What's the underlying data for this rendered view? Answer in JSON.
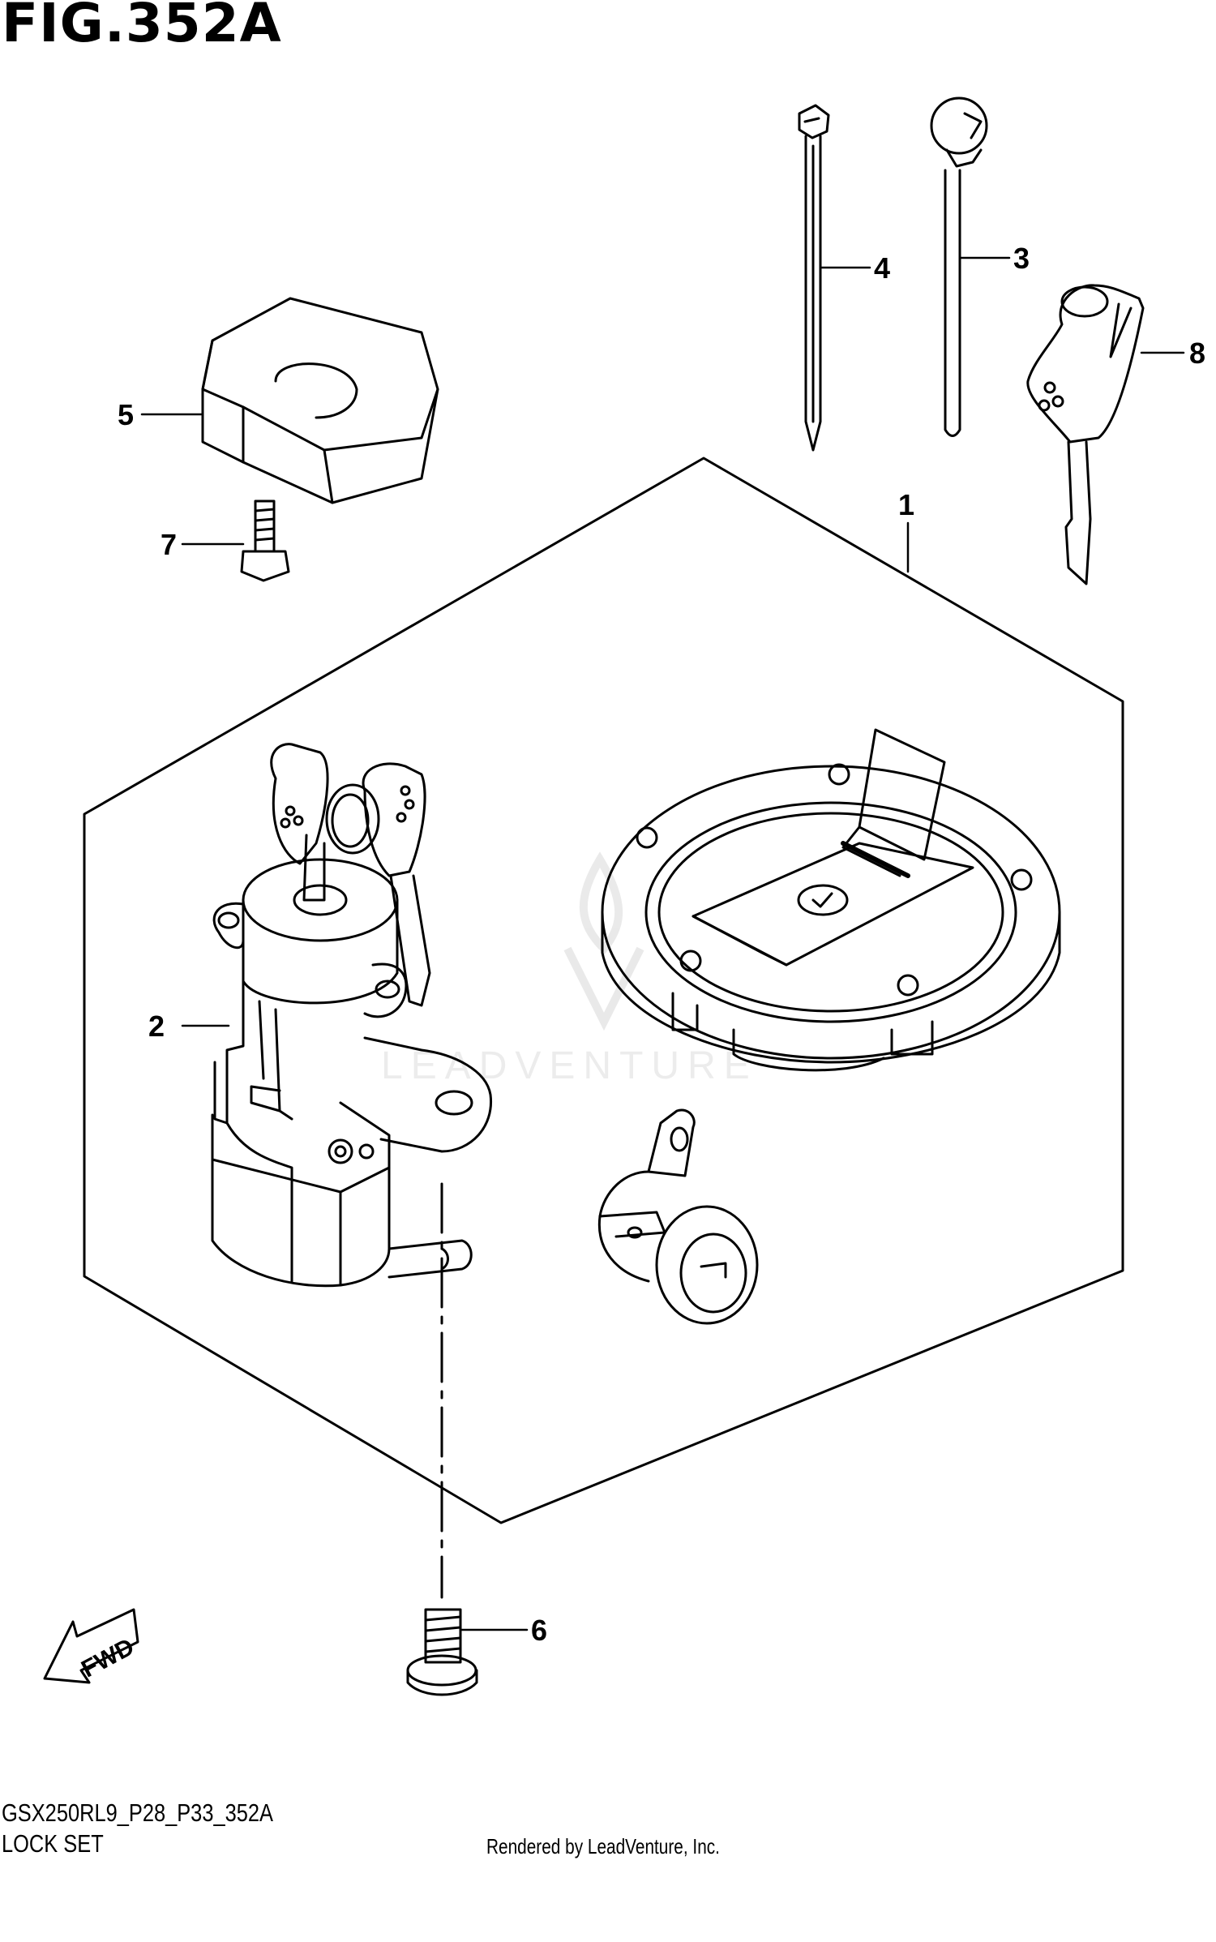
{
  "header": {
    "figure_title": "FIG.352A"
  },
  "footer": {
    "model_code": "GSX250RL9_P28_P33_352A",
    "section_name": "LOCK SET",
    "rendered_by": "Rendered by LeadVenture, Inc."
  },
  "watermark": {
    "text": "LEADVENTURE"
  },
  "fwd_indicator": {
    "label": "FWD"
  },
  "callouts": [
    {
      "id": "1",
      "label": "1"
    },
    {
      "id": "2",
      "label": "2"
    },
    {
      "id": "3",
      "label": "3"
    },
    {
      "id": "4",
      "label": "4"
    },
    {
      "id": "5",
      "label": "5"
    },
    {
      "id": "6",
      "label": "6"
    },
    {
      "id": "7",
      "label": "7"
    },
    {
      "id": "8",
      "label": "8"
    }
  ],
  "colors": {
    "line": "#000000",
    "background": "#ffffff",
    "watermark": "#dddddd"
  }
}
